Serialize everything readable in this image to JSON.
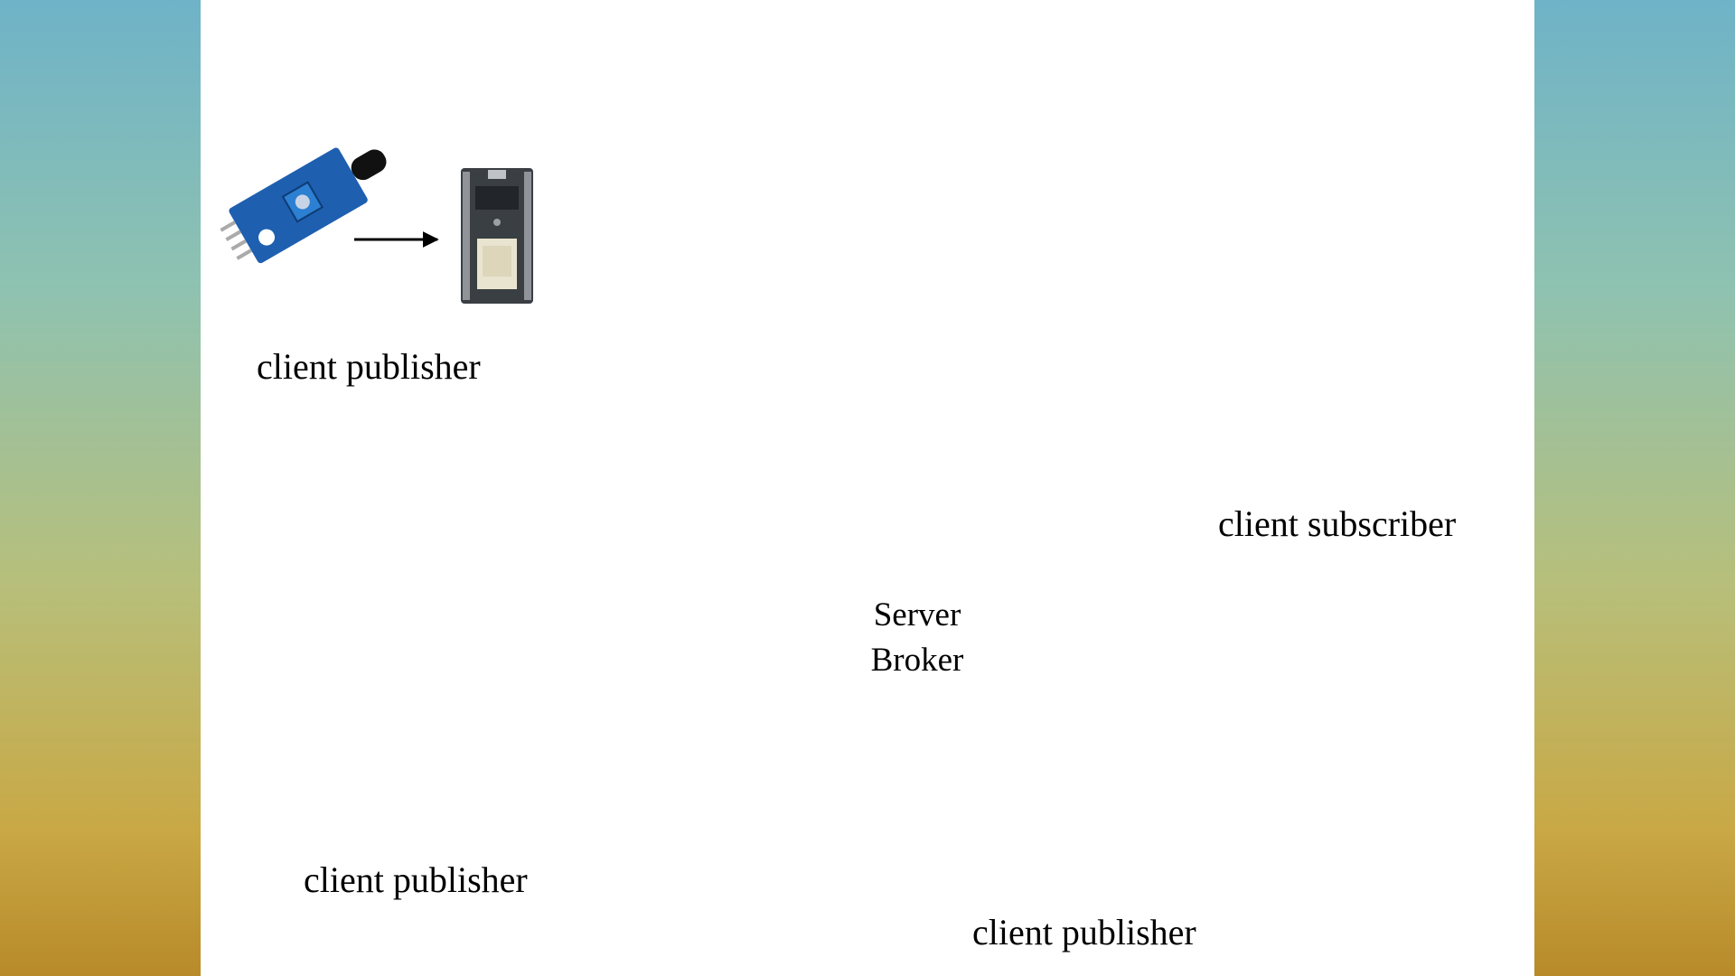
{
  "labels": {
    "publisher_top": "client publisher",
    "publisher_bottom_left": "client publisher",
    "publisher_bottom_right": "client publisher",
    "subscriber": "client subscriber",
    "broker_line1": "Server",
    "broker_line2": "Broker"
  },
  "icons": [
    "flame-sensor-icon",
    "gas-sensor-icon",
    "dht-sensor-icon",
    "esp8266-board-icon",
    "raspberry-pi-icon",
    "smartphone-icon",
    "laptop-icon"
  ],
  "colors": {
    "pcb_green": "#2f7a3d",
    "sensor_blue": "#1f5fb0",
    "gas_sensor_teal": "#1e7f93",
    "board_dark": "#3a3f44",
    "arrow": "#000000"
  }
}
